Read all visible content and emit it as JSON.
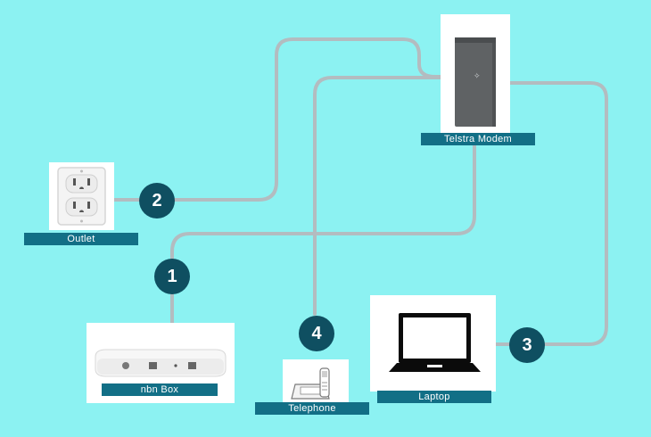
{
  "devices": {
    "modem": {
      "label": "Telstra Modem",
      "icon": "modem-icon"
    },
    "outlet": {
      "label": "Outlet",
      "icon": "power-outlet-icon"
    },
    "nbn_box": {
      "label": "nbn Box",
      "icon": "nbn-box-icon"
    },
    "telephone": {
      "label": "Telephone",
      "icon": "telephone-icon"
    },
    "laptop": {
      "label": "Laptop",
      "icon": "laptop-icon"
    }
  },
  "steps": {
    "one": "1",
    "two": "2",
    "three": "3",
    "four": "4"
  },
  "colors": {
    "background": "#8cf2f2",
    "cable": "#b3bcc0",
    "label_bg": "#126f86",
    "step_circle": "#0f4f61"
  }
}
